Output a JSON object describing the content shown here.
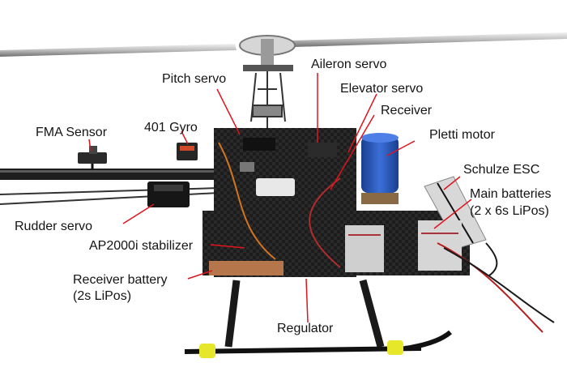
{
  "labels": {
    "pitch_servo": "Pitch servo",
    "aileron_servo": "Aileron servo",
    "elevator_servo": "Elevator servo",
    "receiver": "Receiver",
    "pletti_motor": "Pletti motor",
    "fma_sensor": "FMA Sensor",
    "gyro_401": "401 Gyro",
    "schulze_esc": "Schulze ESC",
    "main_batteries": "Main batteries",
    "main_batteries_detail": "(2 x 6s LiPos)",
    "rudder_servo": "Rudder servo",
    "ap2000i_stabilizer": "AP2000i stabilizer",
    "receiver_battery": "Receiver battery",
    "receiver_battery_detail": "(2s LiPos)",
    "regulator": "Regulator"
  },
  "colors": {
    "leader_line": "#e0141e",
    "carbon": "#1c1c1c",
    "motor_blue": "#2a56b8",
    "skid_yellow": "#e6e62a"
  }
}
